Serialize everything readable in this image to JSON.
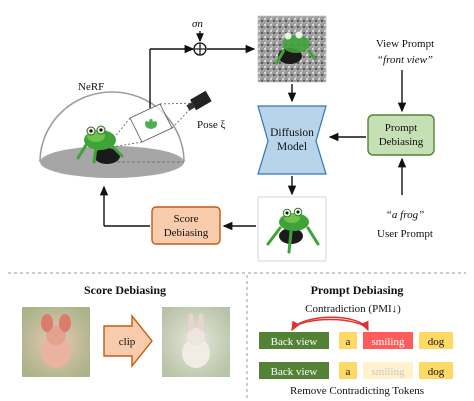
{
  "top": {
    "nerf_label": "NeRF",
    "sigma_label": "σn",
    "pose_label": "Pose ξ",
    "diffusion_label_1": "Diffusion",
    "diffusion_label_2": "Model",
    "prompt_debias_1": "Prompt",
    "prompt_debias_2": "Debiasing",
    "score_debias_1": "Score",
    "score_debias_2": "Debiasing",
    "view_prompt_title": "View Prompt",
    "view_prompt_value": "“front view”",
    "user_prompt_value": "“a frog”",
    "user_prompt_title": "User Prompt"
  },
  "bottom_left": {
    "title": "Score Debiasing",
    "clip_label": "clip"
  },
  "bottom_right": {
    "title": "Prompt Debiasing",
    "contradiction_label": "Contradiction (PMI↓)",
    "remove_label": "Remove Contradicting Tokens",
    "row1": [
      "Back view",
      "a",
      "smiling",
      "dog"
    ],
    "row2": [
      "Back view",
      "a",
      "smiling",
      "dog"
    ]
  },
  "colors": {
    "diffusion_fill": "#b8d4ea",
    "prompt_box_fill": "#c5e0b4",
    "prompt_box_stroke": "#548235",
    "score_box_fill": "#f8cbad",
    "score_box_stroke": "#c55a11",
    "token_green": "#548235",
    "token_yellow": "#ffd966",
    "token_red": "#ff5b5b",
    "token_faded": "#fff2cc"
  }
}
